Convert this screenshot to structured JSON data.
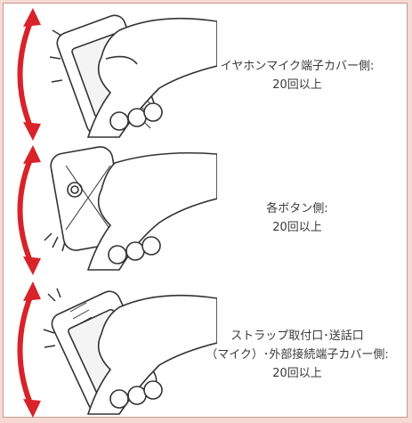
{
  "colors": {
    "arrow": "#d8232a",
    "line": "#333333",
    "background": "#ffffff",
    "border": "#f6d9d3"
  },
  "panels": [
    {
      "caption_line1": "イヤホンマイク端子カバー側:",
      "caption_line2": "20回以上"
    },
    {
      "caption_line1": "各ボタン側:",
      "caption_line2": "20回以上"
    },
    {
      "caption_line1": "ストラップ取付口･送話口",
      "caption_line2": "（マイク）･外部接続端子カバー側:",
      "caption_line3": "20回以上"
    }
  ]
}
